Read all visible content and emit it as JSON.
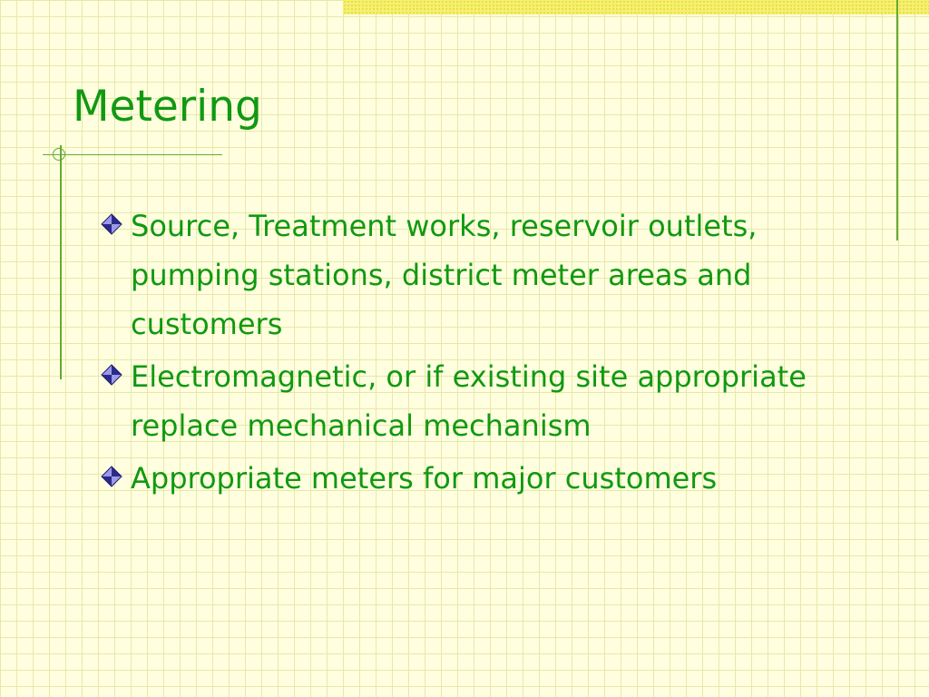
{
  "slide": {
    "title": "Metering",
    "bullets": [
      {
        "text": "Source, Treatment works, reservoir outlets, pumping stations, district meter areas and customers"
      },
      {
        "text": "Electromagnetic, or if existing site appropriate replace mechanical mechanism"
      },
      {
        "text": "Appropriate meters for major customers"
      }
    ]
  },
  "icons": {
    "bullet": "diamond-bullet-icon"
  },
  "colors": {
    "text": "#119911",
    "background": "#ffffe0",
    "grid": "#e8e8a8",
    "accent_rule": "#66aa33",
    "band": "#f6f070",
    "bullet_dark": "#2a2a8a",
    "bullet_light": "#9a9ae8"
  }
}
